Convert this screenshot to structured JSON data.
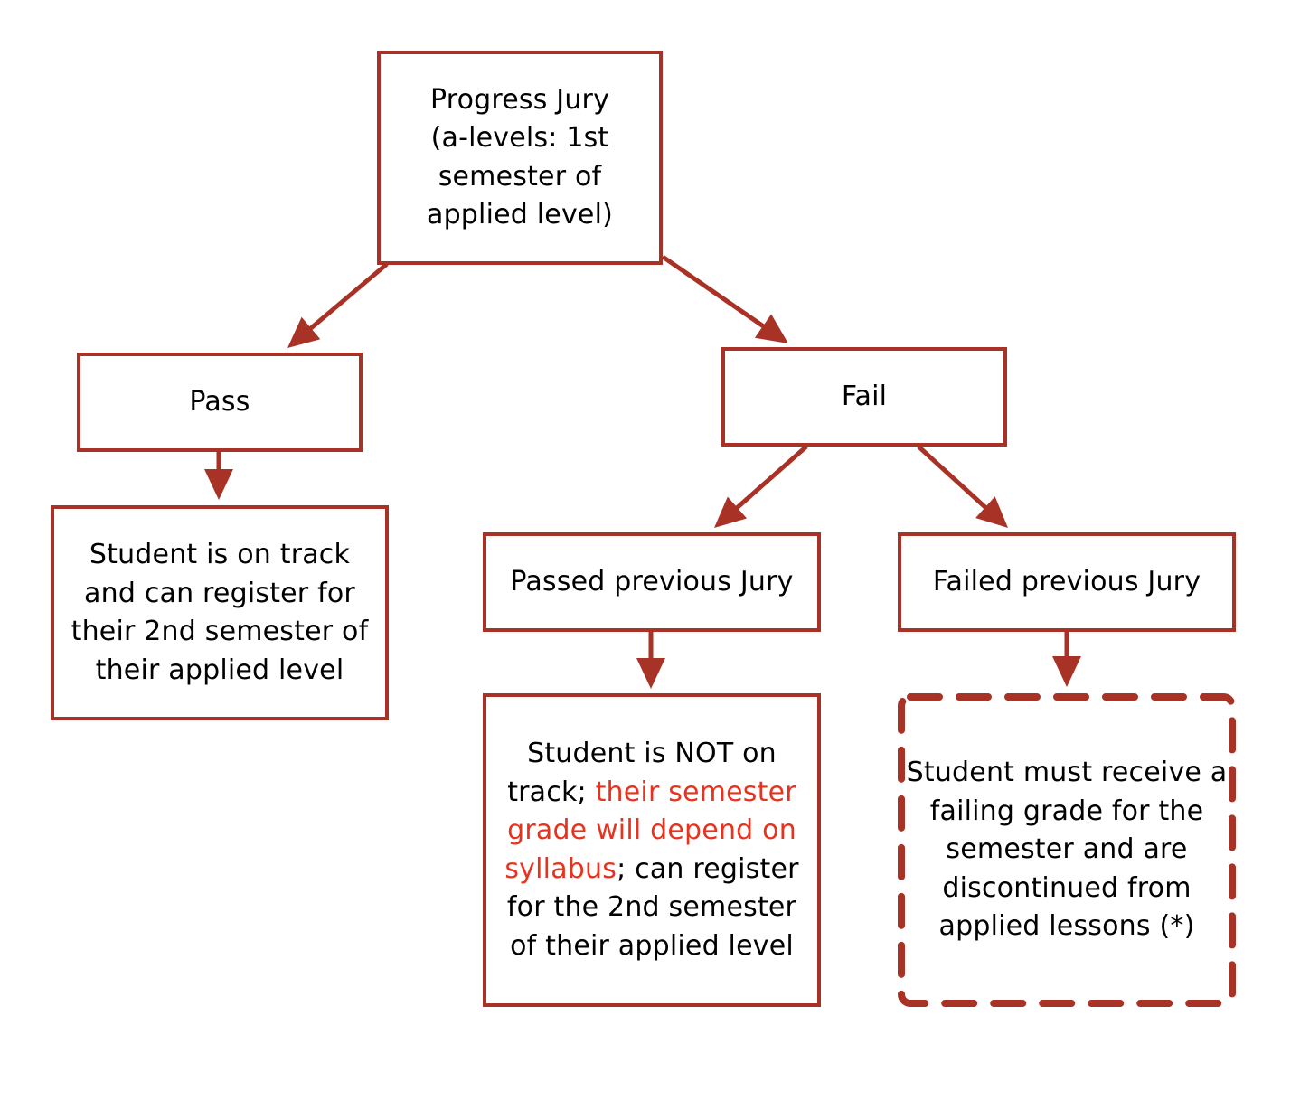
{
  "colors": {
    "border": "#a93226",
    "arrow": "#a93226",
    "highlight_text": "#e8321e",
    "text": "#000000"
  },
  "nodes": {
    "root": {
      "text": "Progress Jury\n(a-levels: 1st\nsemester of\napplied level)"
    },
    "pass": {
      "text": "Pass"
    },
    "fail": {
      "text": "Fail"
    },
    "on_track": {
      "text": "Student is on track\nand can register for\ntheir 2nd semester of\ntheir applied level"
    },
    "passed_previous": {
      "text": "Passed previous Jury"
    },
    "failed_previous": {
      "text": "Failed previous Jury"
    },
    "not_on_track": {
      "text_before": "Student is NOT on\ntrack; ",
      "text_highlight": "their semester\ngrade will depend on\nsyllabus",
      "text_after": "; can register\nfor the 2nd semester\nof their applied level"
    },
    "discontinued": {
      "text": "Student must receive a\nfailing grade for the\nsemester and are\ndiscontinued from\napplied lessons (*)"
    }
  }
}
